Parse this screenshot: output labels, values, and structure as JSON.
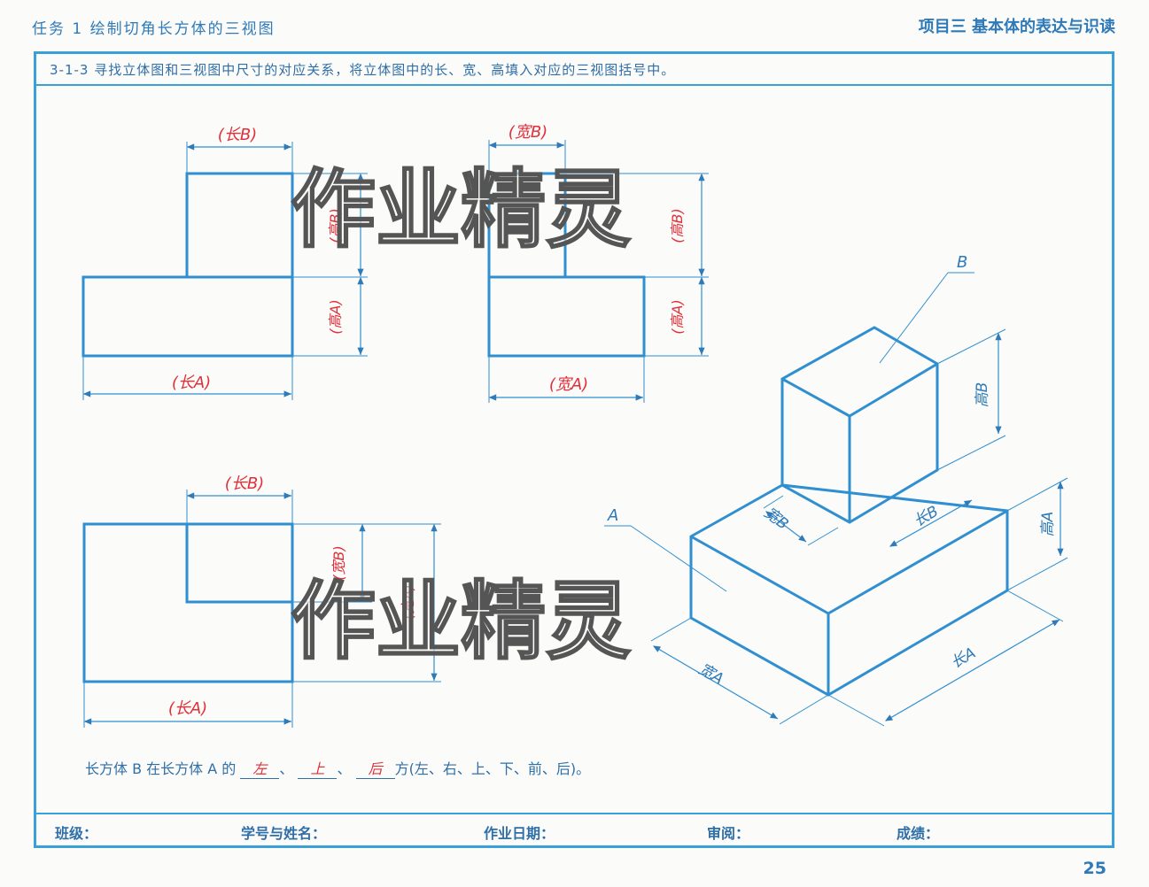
{
  "header": {
    "left": "任务 1   绘制切角长方体的三视图",
    "right": "项目三   基本体的表达与识读"
  },
  "task": "3-1-3  寻找立体图和三视图中尺寸的对应关系，将立体图中的长、宽、高填入对应的三视图括号中。",
  "views": {
    "front": {
      "top": "(长B)",
      "right_upper": "(高B)",
      "right_lower": "(高A)",
      "bottom": "(长A)"
    },
    "side": {
      "top": "(宽B)",
      "right_upper": "(高B)",
      "right_lower": "(高A)",
      "bottom": "(宽A)"
    },
    "top": {
      "top": "(长B)",
      "right_inner": "(宽B)",
      "right_outer": "(宽A)",
      "bottom": "(长A)"
    }
  },
  "iso": {
    "labels": {
      "B": "B",
      "A": "A",
      "gaoB": "高B",
      "gaoA": "高A",
      "kuanB": "宽B",
      "changB": "长B",
      "kuanA": "宽A",
      "changA": "长A"
    }
  },
  "sentence": {
    "prefix": "长方体 B 在长方体 A 的",
    "answers": [
      "左",
      "上",
      "后"
    ],
    "sep": "、",
    "suffix": "方(左、右、上、下、前、后)。"
  },
  "watermark": "作业精灵",
  "footer": {
    "class": "班级：",
    "student": "学号与姓名：",
    "date": "作业日期：",
    "review": "审阅：",
    "grade": "成绩："
  },
  "page_number": "25"
}
